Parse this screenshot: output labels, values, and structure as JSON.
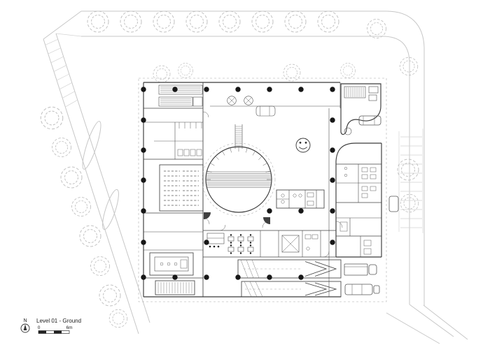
{
  "sheet": {
    "title": "Level 01 - Ground",
    "north_label": "N",
    "scale_bar": {
      "start_label": "0",
      "end_label": "6m"
    }
  },
  "colors": {
    "background": "#ffffff",
    "wall_line": "#3b3b3b",
    "site_line": "#c7c7c7",
    "column_dot": "#171717",
    "text": "#222222"
  },
  "icons": [
    "tree-icon",
    "hedge-icon",
    "column-dot",
    "car-icon",
    "truck-icon",
    "smiley-face-icon",
    "stair-hatch-icon",
    "door-swing-icon",
    "loading-arrow-icon",
    "north-arrow-icon",
    "scale-bar"
  ]
}
